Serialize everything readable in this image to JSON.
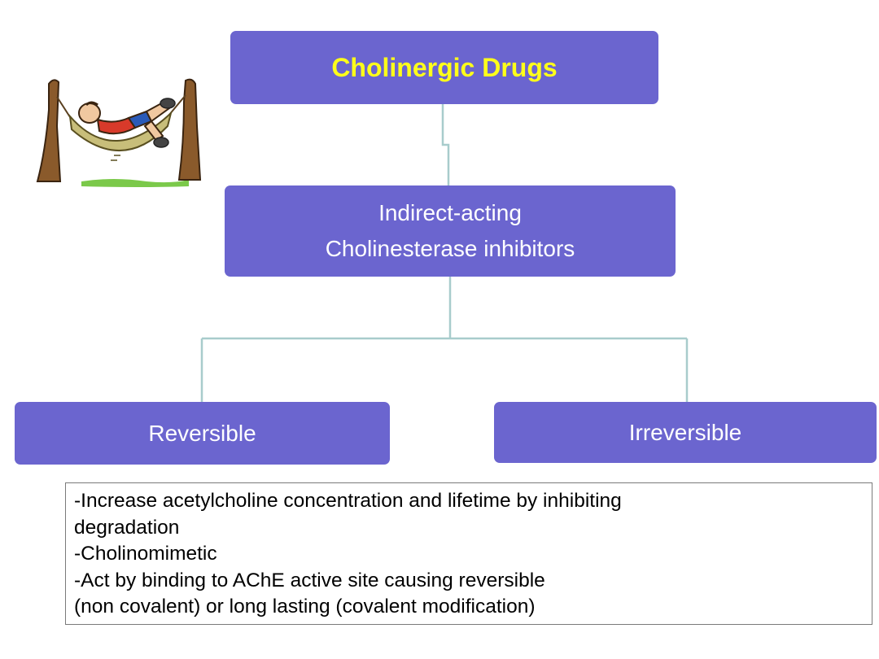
{
  "colors": {
    "box_fill": "#6b65cf",
    "title_text": "#ffff1a",
    "box_text": "#ffffff",
    "connector": "#a8cccc"
  },
  "diagram": {
    "root": {
      "label": "Cholinergic Drugs"
    },
    "middle": {
      "lines": [
        "Indirect-acting",
        "Cholinesterase inhibitors"
      ]
    },
    "children": [
      {
        "label": "Reversible"
      },
      {
        "label": "Irreversible"
      }
    ]
  },
  "note": {
    "lines": [
      "-Increase acetylcholine concentration and lifetime by inhibiting",
      "degradation",
      "-Cholinomimetic",
      "-Act by binding to AChE active site causing reversible",
      "(non covalent) or long lasting (covalent modification)"
    ]
  },
  "illustration": {
    "icon": "man-in-hammock-icon"
  }
}
